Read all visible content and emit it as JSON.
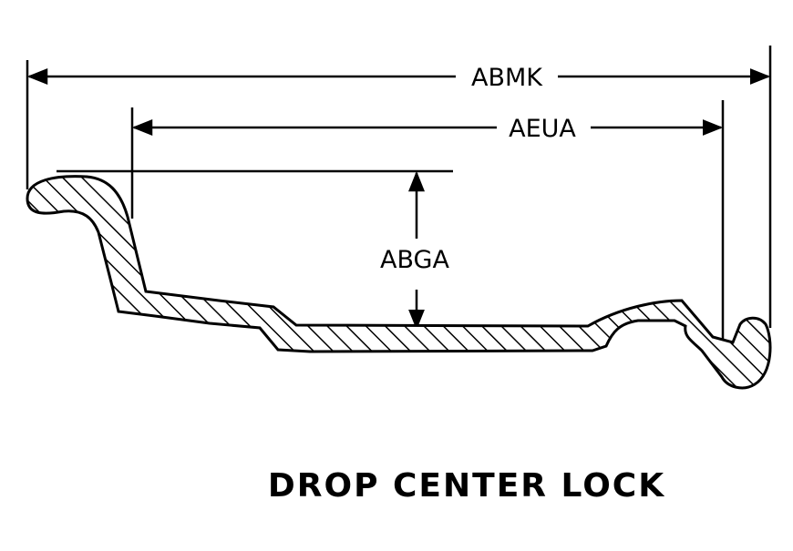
{
  "dimensions": {
    "overall_width": "ABMK",
    "inner_width": "AEUA",
    "depth": "ABGA"
  },
  "caption": "DROP CENTER LOCK",
  "colors": {
    "ink": "#000000",
    "paper": "#ffffff"
  }
}
